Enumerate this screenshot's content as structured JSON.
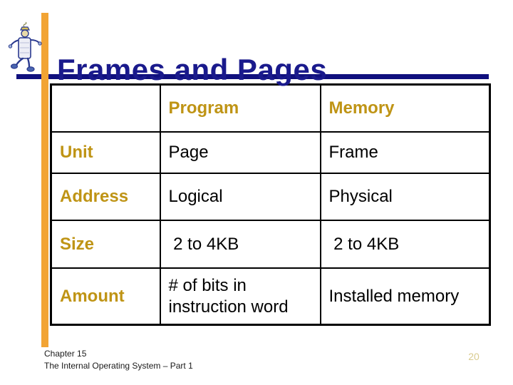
{
  "slide": {
    "title": "Frames and Pages"
  },
  "colors": {
    "accent_navy": "#1A1A8C",
    "rule_navy": "#10107E",
    "accent_orange": "#F2A434",
    "gold": "#BF9415",
    "page_number_gold": "#D9CB8F"
  },
  "table": {
    "rows": [
      {
        "cells": [
          "",
          "Program",
          "Memory"
        ]
      },
      {
        "cells": [
          "Unit",
          "Page",
          "Frame"
        ]
      },
      {
        "cells": [
          "Address",
          "Logical",
          "Physical"
        ]
      },
      {
        "cells": [
          "Size",
          " 2 to 4KB",
          " 2 to 4KB"
        ]
      },
      {
        "cells": [
          "Amount",
          "# of bits in instruction word",
          "Installed memory"
        ]
      }
    ]
  },
  "footer": {
    "line1": "Chapter 15",
    "line2": "The Internal Operating System – Part 1",
    "page_number": "20"
  }
}
